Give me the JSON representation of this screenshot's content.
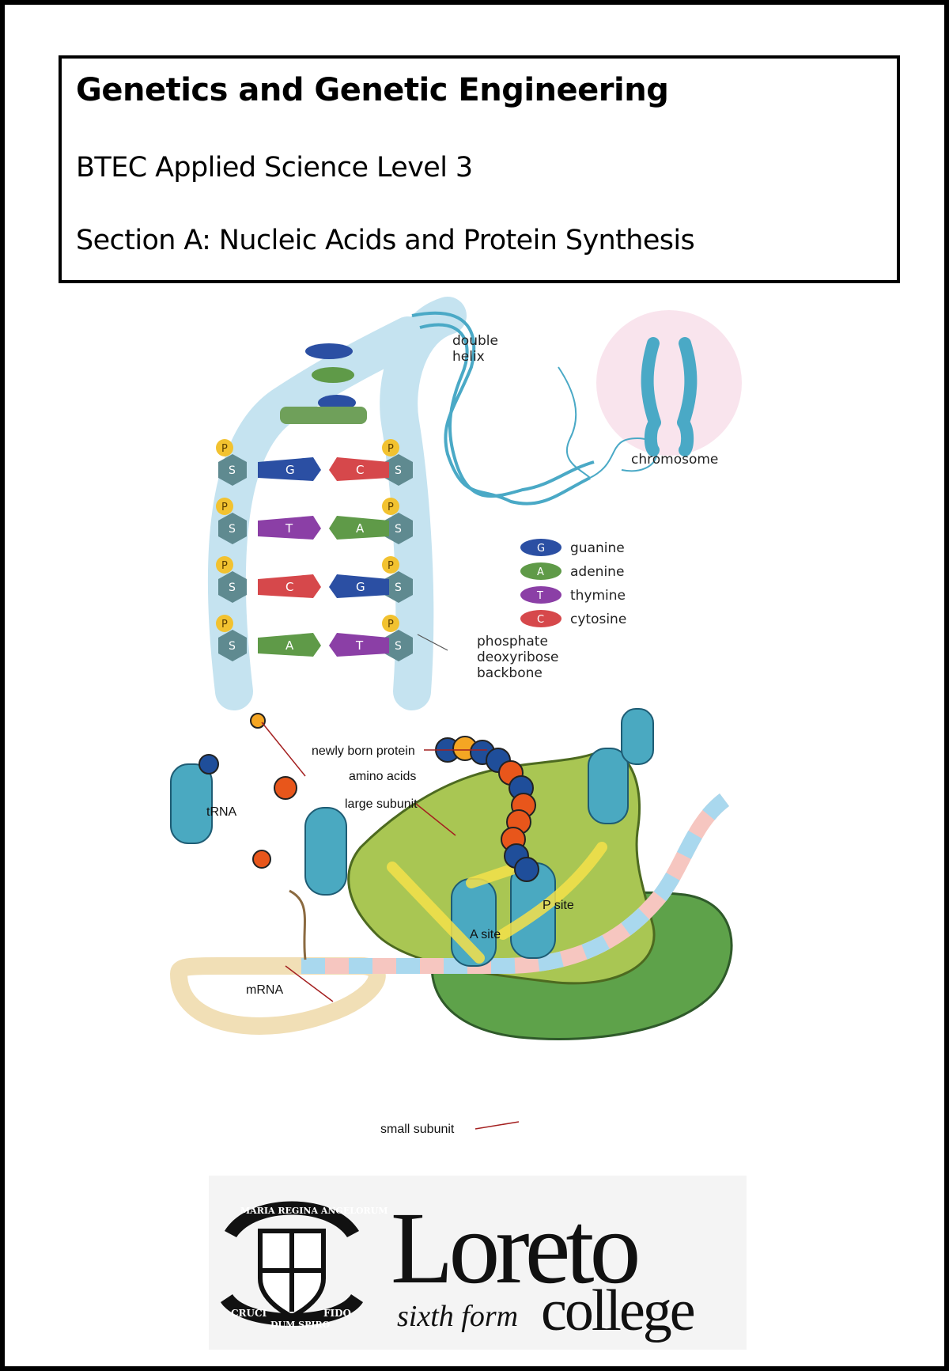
{
  "header": {
    "title": "Genetics and Genetic Engineering",
    "subtitle": "BTEC Applied Science Level 3",
    "section": "Section A: Nucleic Acids and Protein Synthesis"
  },
  "dna_figure": {
    "label_double_helix": [
      "double",
      "helix"
    ],
    "label_chromosome": "chromosome",
    "label_backbone": [
      "phosphate",
      "deoxyribose",
      "backbone"
    ],
    "phosphate_symbol": "P",
    "sugar_symbol": "S",
    "legend": [
      {
        "letter": "G",
        "name": "guanine",
        "color": "#2b4fa3"
      },
      {
        "letter": "A",
        "name": "adenine",
        "color": "#5f9a48"
      },
      {
        "letter": "T",
        "name": "thymine",
        "color": "#8b3fa6"
      },
      {
        "letter": "C",
        "name": "cytosine",
        "color": "#d6484b"
      }
    ],
    "base_pairs": [
      [
        "G",
        "C"
      ],
      [
        "T",
        "A"
      ],
      [
        "C",
        "G"
      ],
      [
        "A",
        "T"
      ]
    ]
  },
  "ribosome_figure": {
    "label_protein": "newly born protein",
    "label_amino": "amino acids",
    "label_large": "large subunit",
    "label_trna": "tRNA",
    "label_a_site": "A site",
    "label_p_site": "P site",
    "label_mrna": "mRNA",
    "label_small": "small subunit"
  },
  "logo": {
    "motto_top": "MARIA REGINA ANGELORUM",
    "motto_left": "CRUCI",
    "motto_mid": "DUM SPIRO",
    "motto_right": "FIDO",
    "name": "Loreto",
    "tagline": "sixth form",
    "college": "college"
  },
  "colors": {
    "backbone": "#bfe0ee",
    "sugar": "#5f8a90",
    "phosphate": "#f2c230",
    "large_subunit": "#a9c653",
    "small_subunit": "#5ea24a",
    "trna": "#4aa9c1",
    "amino_orange": "#e8561b",
    "amino_blue": "#1f4e9a"
  }
}
